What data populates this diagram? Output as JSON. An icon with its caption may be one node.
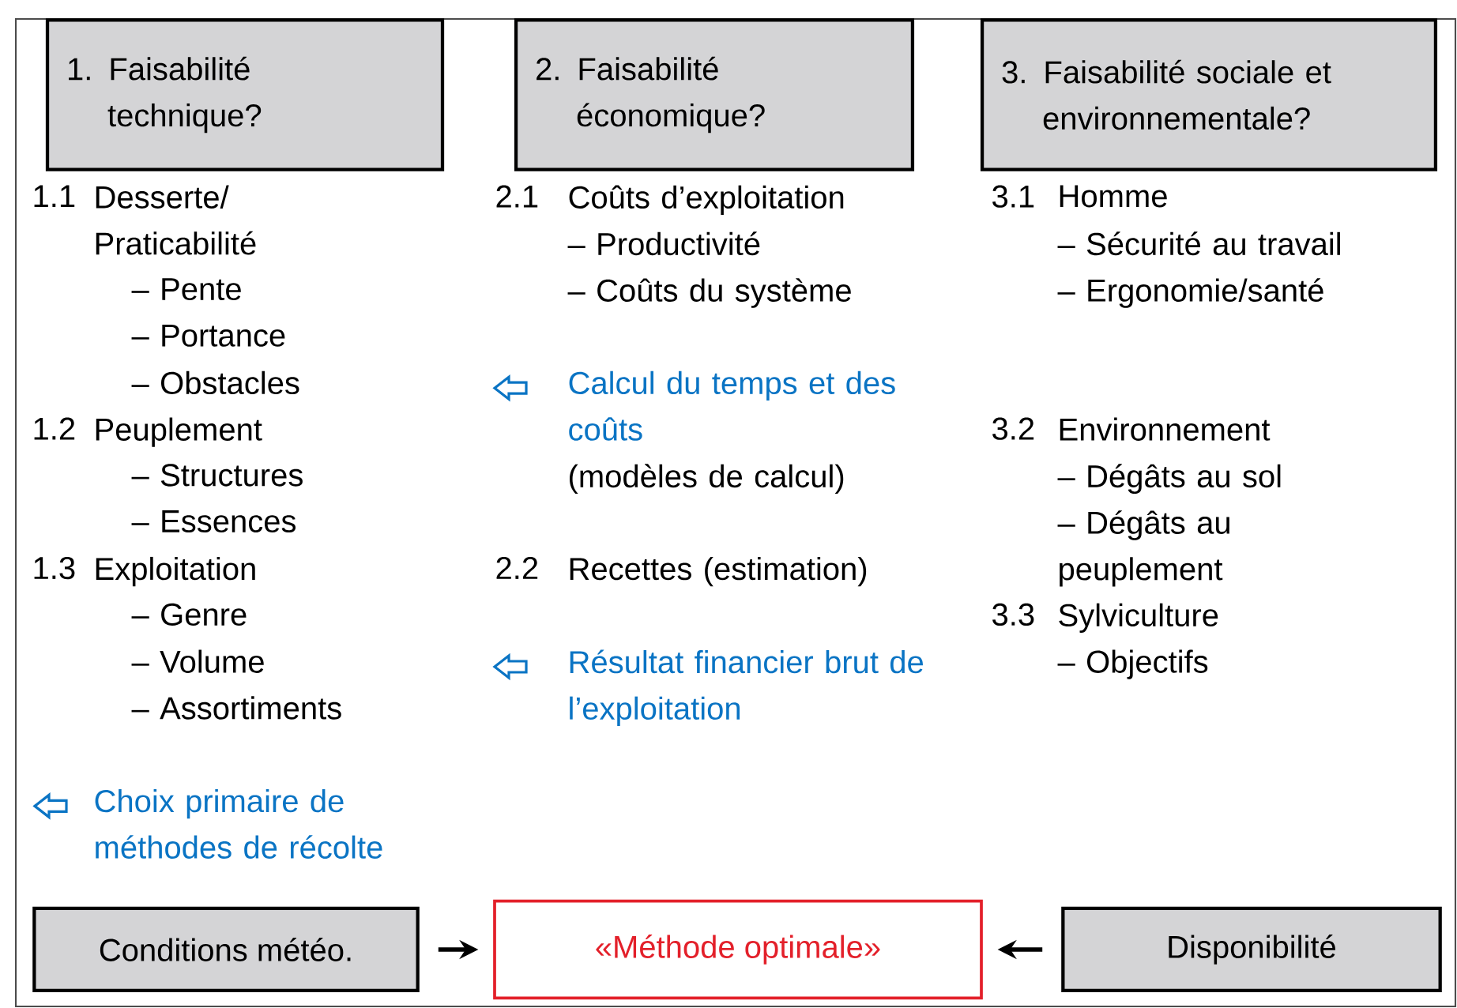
{
  "diagram": {
    "nodes": [
      {
        "text": [
          "1. Faisabilité technique?"
        ]
      },
      {
        "text": [
          "2. Faisabilité économique?"
        ]
      },
      {
        "text": [
          "3. Faisabilité sociale et environnementale?"
        ]
      },
      {
        "text": [
          "Conditions météo."
        ]
      },
      {
        "text": [
          "«Méthode optimale»"
        ]
      },
      {
        "text": [
          "Disponibilité"
        ]
      }
    ],
    "edges": [
      {
        "from": 3,
        "to": 4,
        "arrow": "to"
      },
      {
        "from": 5,
        "to": 4,
        "arrow": "to"
      }
    ],
    "labels": [
      "1.1",
      "Desserte/ Praticabilité",
      "– Pente",
      "– Portance",
      "– Obstacles",
      "1.2",
      "Peuplement",
      "– Structures",
      "– Essences",
      "1.3",
      "Exploitation",
      "– Genre",
      "– Volume",
      "– Assortiments",
      "Choix primaire de méthodes de récolte",
      "2.1",
      "Coûts d’exploitation",
      "– Productivité",
      "– Coûts du système",
      "Calcul du temps et des coûts",
      "(modèles de calcul)",
      "2.2",
      "Recettes (estimation)",
      "Résultat financier brut de l’exploitation",
      "3.1",
      "Homme",
      "– Sécurité au travail",
      "– Ergonomie/santé",
      "3.2",
      "Environnement",
      "– Dégâts au sol",
      "– Dégâts au peuplement",
      "3.3",
      "Sylviculture",
      "– Objectifs"
    ]
  }
}
